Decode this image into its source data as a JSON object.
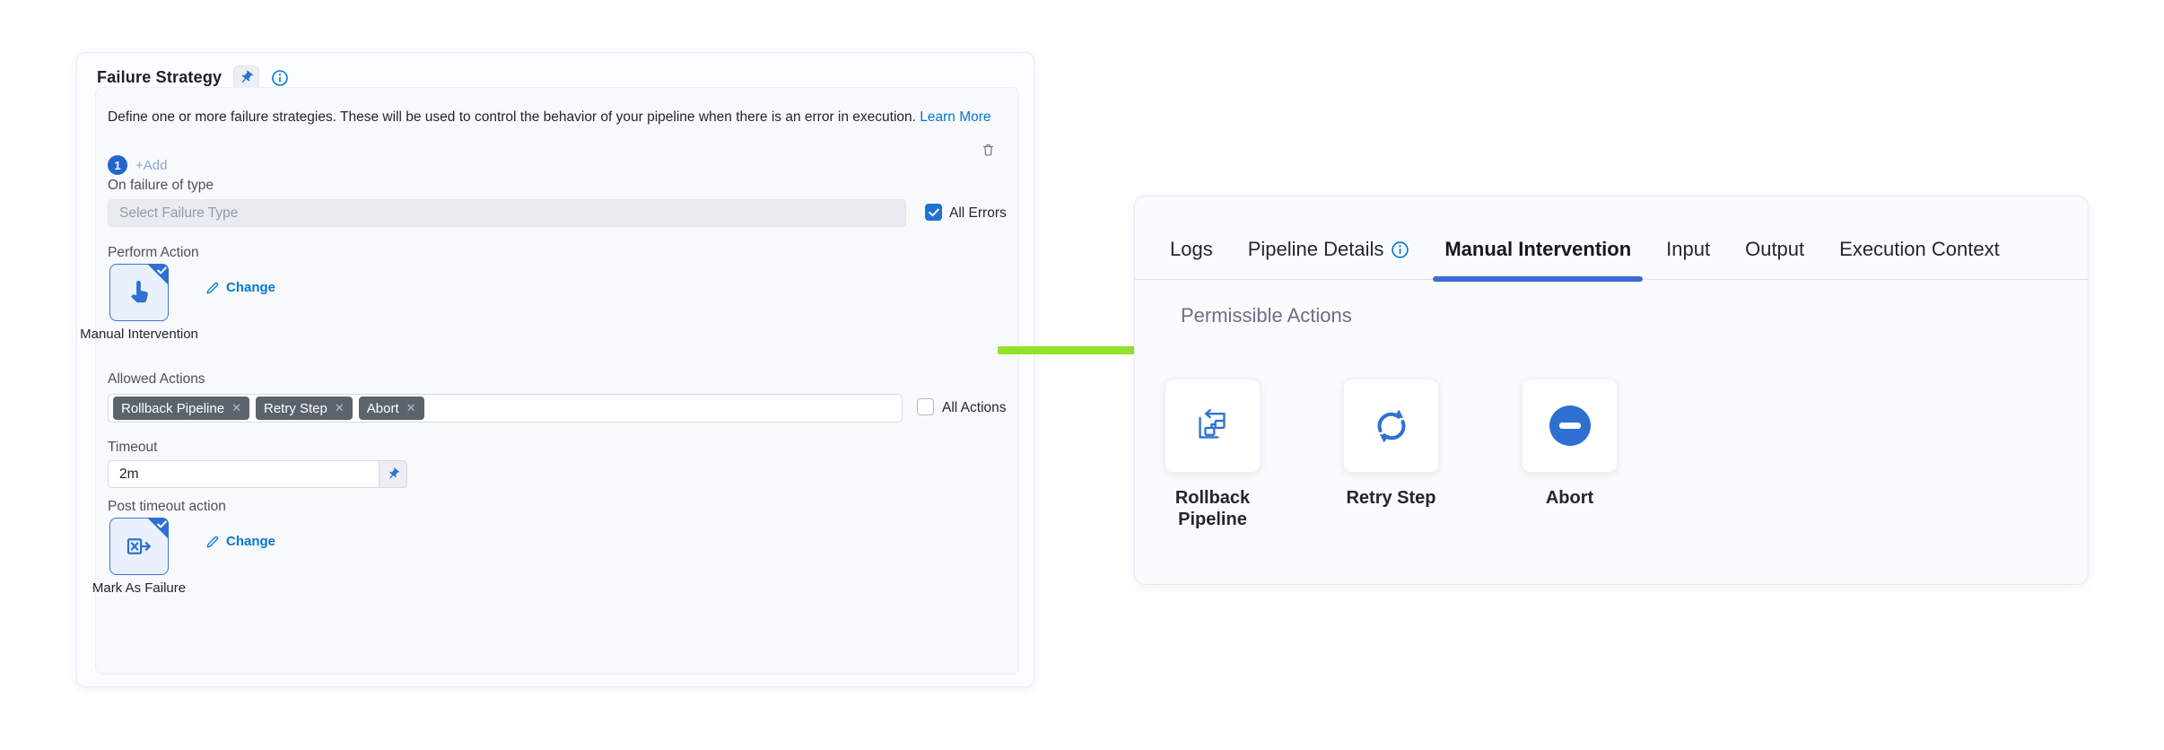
{
  "colors": {
    "primary_link": "#0278d5",
    "icon_blue": "#2e6fd2",
    "active_tab_underline": "#3a6bd6",
    "arrow_green": "#92e32c",
    "tag_background": "#5b636d",
    "checked_checkbox": "#1f72cf"
  },
  "failure_strategy_panel": {
    "title": "Failure Strategy",
    "description": "Define one or more failure strategies. These will be used to control the behavior of your pipeline when there is an error in execution.",
    "learn_more_label": "Learn More",
    "strategy_index": "1",
    "add_label": "+Add",
    "on_failure_label": "On failure of type",
    "failure_type_placeholder": "Select Failure Type",
    "all_errors_label": "All Errors",
    "all_errors_checked": true,
    "perform_action_label": "Perform Action",
    "perform_action": {
      "name": "Manual Intervention",
      "change_label": "Change"
    },
    "allowed_actions_label": "Allowed Actions",
    "allowed_actions_tags": [
      "Rollback Pipeline",
      "Retry Step",
      "Abort"
    ],
    "all_actions_label": "All Actions",
    "all_actions_checked": false,
    "timeout_label": "Timeout",
    "timeout_value": "2m",
    "post_timeout_label": "Post timeout action",
    "post_timeout_action": {
      "name": "Mark As Failure",
      "change_label": "Change"
    }
  },
  "details_panel": {
    "tabs": [
      {
        "label": "Logs",
        "active": false
      },
      {
        "label": "Pipeline Details",
        "active": false,
        "info_icon": true
      },
      {
        "label": "Manual Intervention",
        "active": true
      },
      {
        "label": "Input",
        "active": false
      },
      {
        "label": "Output",
        "active": false
      },
      {
        "label": "Execution Context",
        "active": false
      }
    ],
    "section_title": "Permissible Actions",
    "actions": [
      {
        "label": "Rollback Pipeline",
        "icon": "rollback-pipeline-icon"
      },
      {
        "label": "Retry Step",
        "icon": "retry-icon"
      },
      {
        "label": "Abort",
        "icon": "abort-icon"
      }
    ]
  }
}
